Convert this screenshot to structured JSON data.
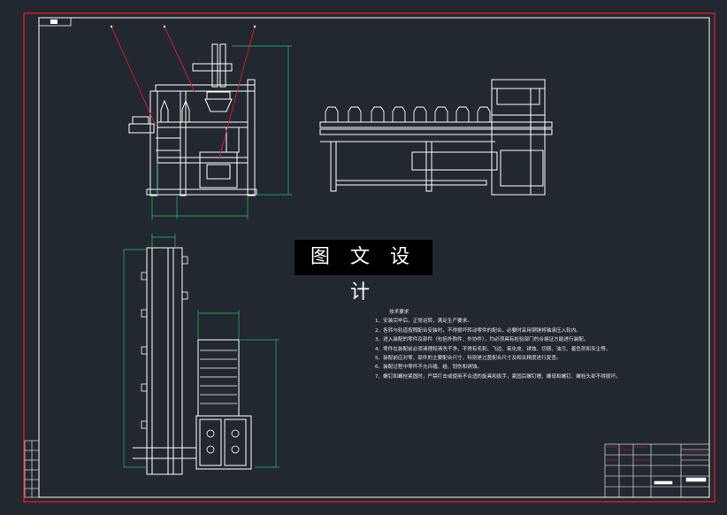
{
  "watermark": "图 文 设 计",
  "notes": {
    "title": "技术要求",
    "items": [
      "1、安装完毕后，正常运转，满足生产要求。",
      "2、各转与轨道按照配合安装时，不得损坏转动零件的配合，必要时采用铜锤将轴承压入轨内。",
      "3、进入装配的零件及部件（包括外购件、外协件），均必须具有检验部门的合格证方能进行装配。",
      "4、零件在装配前必须清理和清洗干净，不得有毛刺、飞边、氧化皮、锈蚀、切屑、油污、着色剂和灰尘等。",
      "5、装配前应对零、部件的主要配合尺寸，特别是过盈配合尺寸及相关精度进行复查。",
      "6、装配过程中零件不允许磕、碰、划伤和锈蚀。",
      "7、螺钉和螺栓紧固时，严禁打击或使用不合适的旋具和扳手，紧固后螺钉槽、螺母和螺钉、螺栓头部不得损坏。"
    ]
  },
  "colors": {
    "background": "#212830",
    "frame": "#e21b23",
    "lines": "#ffffff",
    "dimensions": "#22c55e",
    "leaders": "#e21b23"
  }
}
